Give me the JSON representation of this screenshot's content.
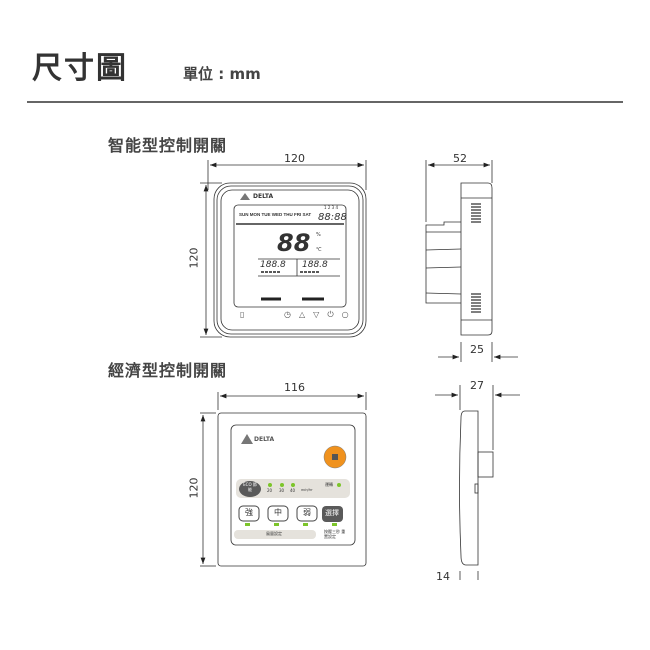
{
  "header": {
    "title": "尺寸圖",
    "unit": "單位 : mm"
  },
  "smart": {
    "title": "智能型控制開關",
    "width": "120",
    "height": "120",
    "depth": "52",
    "thickness": "25",
    "brand": "DELTA",
    "days": "SUN MON TUE WED THU FRI SAT",
    "slots": "1 2 3 4",
    "clock": "88:88",
    "temp": "88",
    "unit_c": "℃",
    "unit_pct": "%",
    "left_val": "188.8",
    "right_val": "188.8"
  },
  "economy": {
    "title": "經濟型控制開關",
    "width": "116",
    "height": "120",
    "depth": "27",
    "partial": "14",
    "brand": "DELTA",
    "eco": "ECO 節能",
    "timers": [
      "20",
      "30",
      "40"
    ],
    "timer_unit": "min/hr",
    "run_label": "運轉",
    "buttons": [
      "強",
      "中",
      "弱"
    ],
    "select": "選擇",
    "fan_label": "風量設定",
    "reset_label": "按壓三秒 重置設定",
    "colors": {
      "power": "#f0921e",
      "led": "#7cc52a"
    }
  }
}
